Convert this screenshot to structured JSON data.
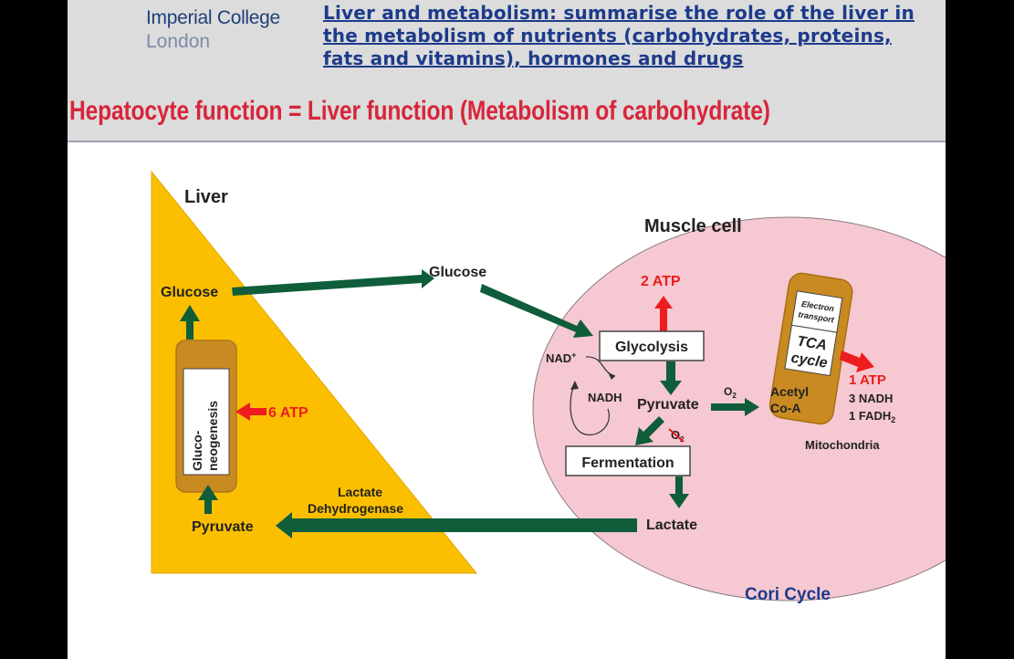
{
  "header": {
    "logo_line1": "Imperial College",
    "logo_line2": "London",
    "objective_line1": "Liver and metabolism: summarise the role of the liver in",
    "objective_line2": "the metabolism of nutrients (carbohydrates, proteins,",
    "objective_line3": "fats and vitamins), hormones and drugs",
    "title": "Hepatocyte function = Liver function  (Metabolism of carbohydrate)"
  },
  "diagram": {
    "liver_label": "Liver",
    "muscle_label": "Muscle cell",
    "liver_glucose": "Glucose",
    "transport_glucose": "Glucose",
    "gluconeogenesis_line1": "Gluco-",
    "gluconeogenesis_line2": "neogenesis",
    "gluconeogenesis_atp": "6 ATP",
    "liver_pyruvate": "Pyruvate",
    "ldh_line1": "Lactate",
    "ldh_line2": "Dehydrogenase",
    "glycolysis_atp": "2 ATP",
    "glycolysis": "Glycolysis",
    "nad_plus": "NAD",
    "nad_plus_sup": "+",
    "nadh": "NADH",
    "pyruvate": "Pyruvate",
    "o2": "O",
    "o2_sub": "2",
    "no_o2": "O",
    "no_o2_sub": "2",
    "fermentation": "Fermentation",
    "lactate": "Lactate",
    "electron_line1": "Electron",
    "electron_line2": "transport",
    "tca_line1": "TCA",
    "tca_line2": "cycle",
    "acetyl_line1": "Acetyl",
    "acetyl_line2": "Co-A",
    "tca_atp": "1 ATP",
    "tca_nadh": "3 NADH",
    "tca_fadh": "1 FADH",
    "tca_fadh_sub": "2",
    "mitochondria": "Mitochondria",
    "cycle_name": "Cori Cycle"
  },
  "colors": {
    "liver": "#fbbf00",
    "muscle": "#f6c8d1",
    "arrow_green": "#0f5d3a",
    "atp_red": "#ee1c1c",
    "mito_brown": "#c98a22"
  }
}
